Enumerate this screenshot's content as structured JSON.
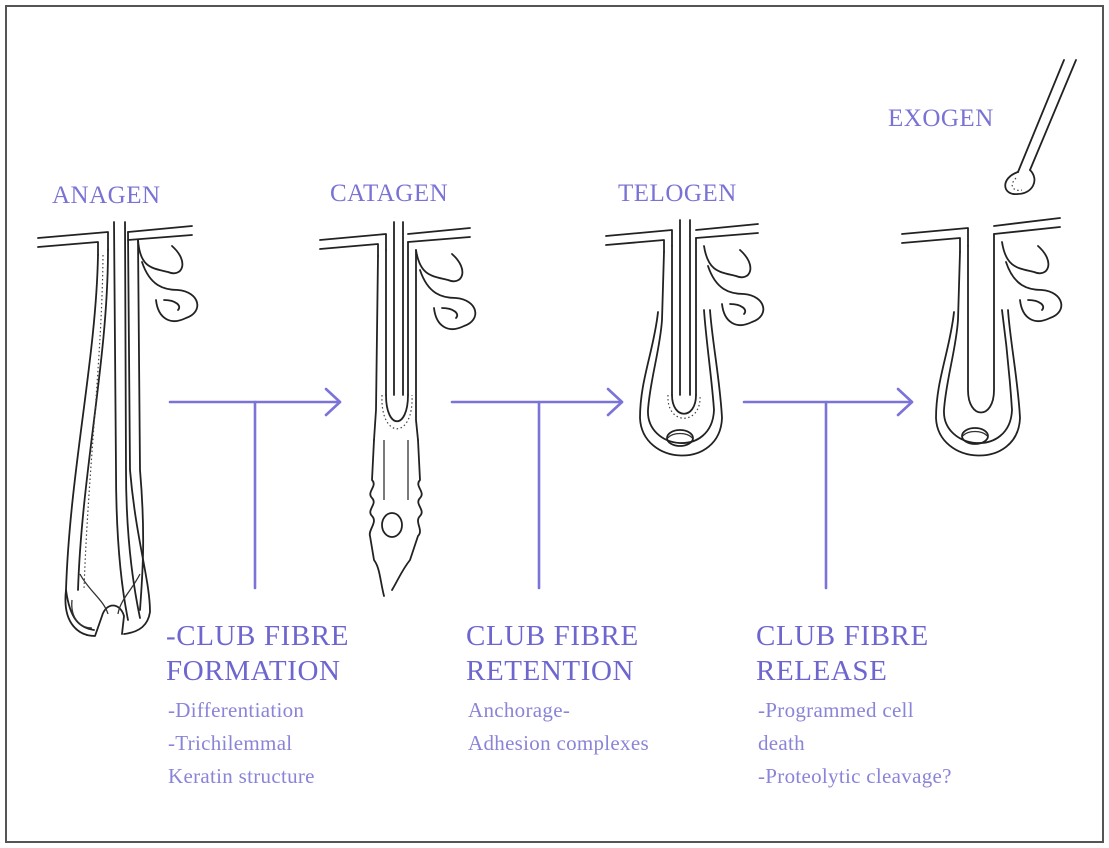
{
  "stages": {
    "anagen": "ANAGEN",
    "catagen": "CATAGEN",
    "telogen": "TELOGEN",
    "exogen": "EXOGEN"
  },
  "processes": [
    {
      "title_lines": [
        "-CLUB FIBRE",
        "FORMATION"
      ],
      "notes": [
        "-Differentiation",
        "-Trichilemmal",
        "Keratin structure"
      ]
    },
    {
      "title_lines": [
        "CLUB FIBRE",
        "RETENTION"
      ],
      "notes": [
        "Anchorage-",
        "Adhesion complexes"
      ]
    },
    {
      "title_lines": [
        "CLUB FIBRE",
        "RELEASE"
      ],
      "notes": [
        "-Programmed cell",
        "death",
        "-Proteolytic cleavage?"
      ]
    }
  ],
  "colors": {
    "accent": "#7b73d8",
    "frame": "#555555",
    "line_art": "#222222"
  }
}
